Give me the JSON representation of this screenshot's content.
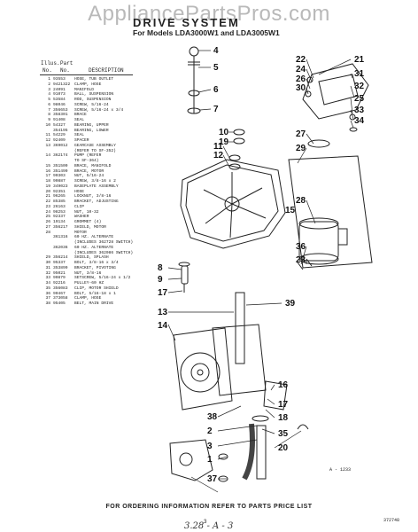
{
  "watermark": "AppliancePartsPros.com",
  "title": "DRIVE SYSTEM",
  "subtitle": "For Models LDA3000W1 and LDA3005W1",
  "table": {
    "col_illus": "Illus.",
    "col_no": "No.",
    "col_part": "Part",
    "col_part_no": "No.",
    "col_desc": "DESCRIPTION",
    "rows": [
      {
        "n": "1",
        "p": "93553",
        "d": "HOSE, TUB OUTLET"
      },
      {
        "n": "2",
        "p": "9421322",
        "d": "CLAMP, HOSE"
      },
      {
        "n": "3",
        "p": "24091",
        "d": "MANIFOLD"
      },
      {
        "n": "4",
        "p": "91073",
        "d": "BALL, SUSPENSION"
      },
      {
        "n": "5",
        "p": "53584",
        "d": "ROD, SUSPENSION"
      },
      {
        "n": "6",
        "p": "98046",
        "d": "SCREW, 5/16-24"
      },
      {
        "n": "7",
        "p": "356653",
        "d": "SCREW, 5/16-24 x 3/4"
      },
      {
        "n": "8",
        "p": "358301",
        "d": "BRACE"
      },
      {
        "n": "9",
        "p": "91408",
        "d": "SEAL"
      },
      {
        "n": "10",
        "p": "54327",
        "d": "BEARING, UPPER"
      },
      {
        "n": "",
        "p": "354195",
        "d": "BEARING, LOWER"
      },
      {
        "n": "11",
        "p": "54229",
        "d": "SEAL"
      },
      {
        "n": "12",
        "p": "92409",
        "d": "SPACER"
      },
      {
        "n": "13",
        "p": "369012",
        "d": "GEARCASE ASSEMBLY"
      },
      {
        "n": "",
        "p": "",
        "d": "(REFER TO SF-352)"
      },
      {
        "n": "14",
        "p": "362174",
        "d": "PUMP (REFER"
      },
      {
        "n": "",
        "p": "",
        "d": "TO SF-364)"
      },
      {
        "n": "15",
        "p": "351509",
        "d": "BRACE, MANIFOLD"
      },
      {
        "n": "16",
        "p": "351499",
        "d": "BRACE, MOTOR"
      },
      {
        "n": "17",
        "p": "90303",
        "d": "NUT, 5/16-24"
      },
      {
        "n": "18",
        "p": "90887",
        "d": "SCREW, 3/8-16 x 2"
      },
      {
        "n": "19",
        "p": "349023",
        "d": "BASEPLATE ASSEMBLY"
      },
      {
        "n": "20",
        "p": "92351",
        "d": "HOSE"
      },
      {
        "n": "21",
        "p": "96265",
        "d": "LOCKNUT, 3/8-16"
      },
      {
        "n": "22",
        "p": "85385",
        "d": "BRACKET, ADJUSTING"
      },
      {
        "n": "23",
        "p": "26163",
        "d": "CLIP"
      },
      {
        "n": "24",
        "p": "98253",
        "d": "NUT, 10-32"
      },
      {
        "n": "25",
        "p": "92337",
        "d": "WASHER"
      },
      {
        "n": "26",
        "p": "19134",
        "d": "GROMMET (4)"
      },
      {
        "n": "27",
        "p": "356217",
        "d": "SHIELD, MOTOR"
      },
      {
        "n": "28",
        "p": "",
        "d": "MOTOR"
      },
      {
        "n": "",
        "p": "361316",
        "d": "60 HZ. ALTERNATE"
      },
      {
        "n": "",
        "p": "",
        "d": "(INCLUDES 362728 SWITCH)"
      },
      {
        "n": "",
        "p": "362036",
        "d": "60 HZ. ALTERNATE"
      },
      {
        "n": "",
        "p": "",
        "d": "(INCLUDES 362086 SWITCH)"
      },
      {
        "n": "29",
        "p": "356214",
        "d": "SHIELD, SPLASH"
      },
      {
        "n": "30",
        "p": "95337",
        "d": "BOLT, 3/8-16 x 3/4"
      },
      {
        "n": "31",
        "p": "353899",
        "d": "BRACKET, PIVOTING"
      },
      {
        "n": "32",
        "p": "95021",
        "d": "NUT, 3/8-16"
      },
      {
        "n": "33",
        "p": "90879",
        "d": "SETSCREW, 5/16-24 x 1/2"
      },
      {
        "n": "34",
        "p": "92216",
        "d": "PULLEY-60 HZ"
      },
      {
        "n": "35",
        "p": "356083",
        "d": "CLIP, MOTOR SHIELD"
      },
      {
        "n": "36",
        "p": "90467",
        "d": "BOLT, 5/16-18 x 1"
      },
      {
        "n": "37",
        "p": "373058",
        "d": "CLAMP, HOSE"
      },
      {
        "n": "38",
        "p": "95405",
        "d": "BELT, MAIN DRIVE"
      }
    ]
  },
  "callouts": [
    "4",
    "5",
    "6",
    "7",
    "10",
    "19",
    "11",
    "12",
    "8",
    "9",
    "17",
    "13",
    "14",
    "39",
    "15",
    "38",
    "2",
    "3",
    "1",
    "37",
    "21",
    "22",
    "24",
    "26",
    "30",
    "31",
    "32",
    "25",
    "33",
    "34",
    "27",
    "29",
    "28",
    "36",
    "23",
    "16",
    "17",
    "18",
    "35",
    "20"
  ],
  "figure_code": "A - 1233",
  "footer_text": "FOR ORDERING INFORMATION REFER TO PARTS PRICE LIST",
  "page_number": "3",
  "doc_code": "372748",
  "handwritten": "3.28 - A - 3"
}
